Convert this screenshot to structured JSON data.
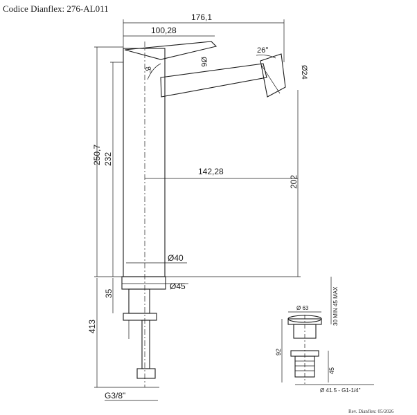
{
  "header": {
    "code_label": "Codice Dianflex: 276-AL011"
  },
  "footer": {
    "revision": "Rev. Dianflex: 05/2026"
  },
  "tap_dimensions": {
    "overall_reach": "176,1",
    "lever_length": "100,28",
    "lever_diameter": "Ø6",
    "spout_angle": "26°",
    "handle_angle": "8°",
    "aerator_diameter": "Ø24",
    "overall_height": "250,7",
    "body_height": "232",
    "spout_reach": "142,28",
    "spout_height": "202",
    "body_diameter": "Ø40",
    "base_diameter": "Ø45",
    "base_height": "35",
    "hose_length": "413",
    "connection": "G3/8\""
  },
  "drain_dimensions": {
    "cap_diameter": "Ø 63",
    "stroke": "30 MIN 45 MAX",
    "total_height": "92",
    "thread_height": "45",
    "thread_spec": "Ø 41.5 - G1-1/4\""
  }
}
